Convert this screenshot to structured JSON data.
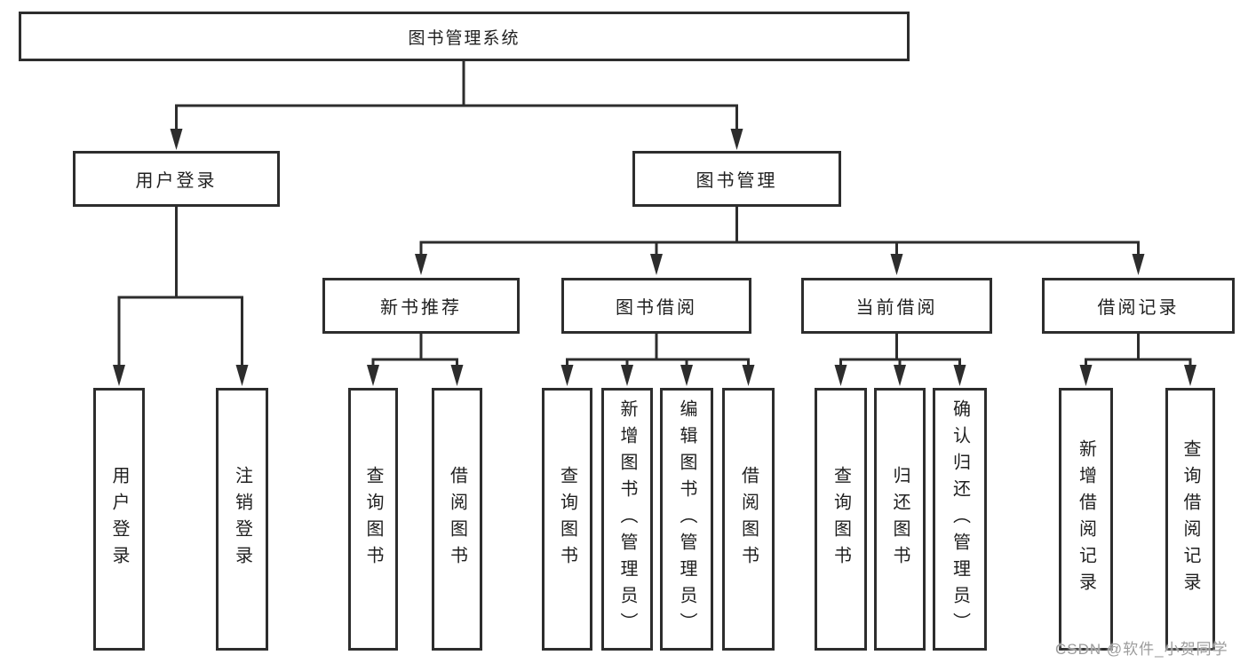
{
  "watermark": "CSDN @软件_小贺同学",
  "colors": {
    "line": "#2d2d2d",
    "text": "#1f1f1f",
    "background": "#ffffff",
    "watermark": "#9c9c9c"
  },
  "tree": {
    "root": {
      "label": "图书管理系统"
    },
    "branches": [
      {
        "label": "用户登录",
        "children": [
          "用户登录",
          "注销登录"
        ]
      },
      {
        "label": "图书管理",
        "groups": [
          {
            "label": "新书推荐",
            "children": [
              "查询图书",
              "借阅图书"
            ]
          },
          {
            "label": "图书借阅",
            "children": [
              "查询图书",
              "新增图书（管理员）",
              "编辑图书（管理员）",
              "借阅图书"
            ]
          },
          {
            "label": "当前借阅",
            "children": [
              "查询图书",
              "归还图书",
              "确认归还（管理员）"
            ]
          },
          {
            "label": "借阅记录",
            "children": [
              "新增借阅记录",
              "查询借阅记录"
            ]
          }
        ]
      }
    ]
  }
}
